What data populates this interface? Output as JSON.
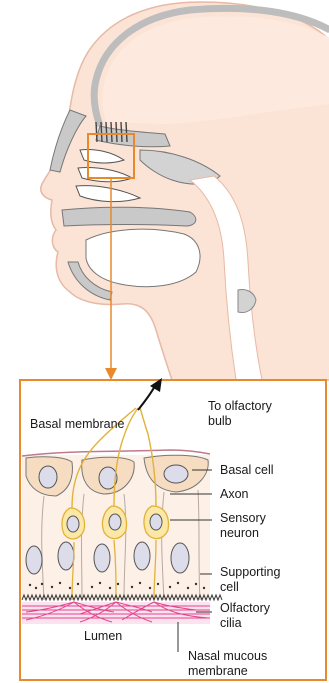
{
  "labels": {
    "to_olfactory_bulb": [
      "To olfactory",
      "bulb"
    ],
    "basal_membrane": "Basal membrane",
    "basal_cell": "Basal cell",
    "axon": "Axon",
    "sensory_neuron": [
      "Sensory",
      "neuron"
    ],
    "supporting_cell": [
      "Supporting",
      "cell"
    ],
    "olfactory_cilia": [
      "Olfactory",
      "cilia"
    ],
    "lumen": "Lumen",
    "nasal_mucous_membrane": [
      "Nasal mucous",
      "membrane"
    ]
  },
  "colors": {
    "accent_orange": "#e8892b",
    "skin": "#fbe3d6",
    "head_outline": "#e7b9a6",
    "bone": "#c9c9c9",
    "cell_fill": "#fbe6d2",
    "nucleus": "#dcdcea",
    "neuron": "#f3d36d",
    "cilia": "#e0458f"
  }
}
